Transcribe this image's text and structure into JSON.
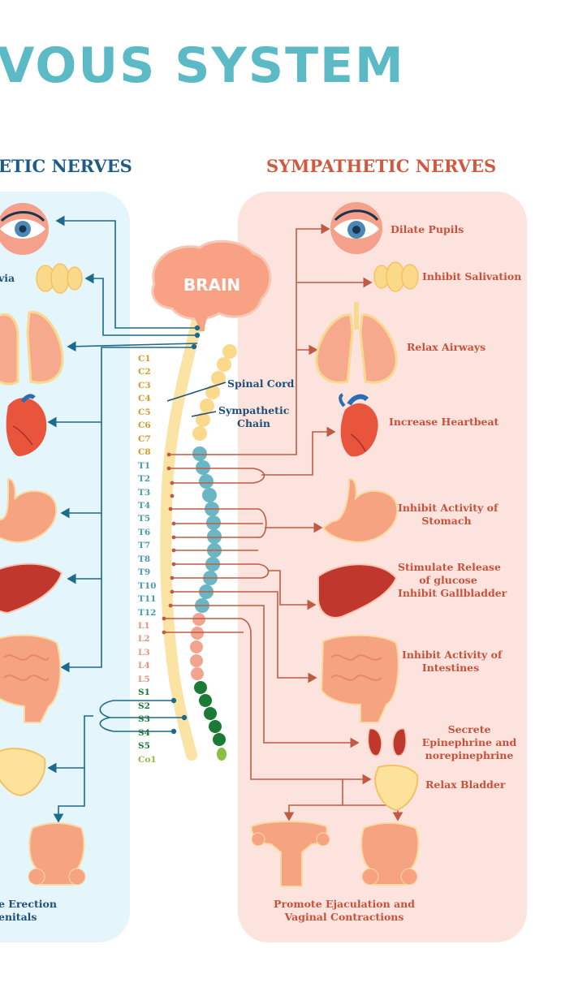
{
  "title": "VOUS SYSTEM",
  "colors": {
    "title": "#5bbac6",
    "para_header": "#1e5c88",
    "symp_header": "#cf5a3f",
    "para_panel": "#e4f5fc",
    "symp_panel": "#fde3de",
    "para_line": "#1c6a8c",
    "symp_line": "#c05a45",
    "label_blue": "#1d4f78",
    "label_red": "#c9513a"
  },
  "parasympathetic": {
    "header": "ETIC NERVES",
    "partial_label_top": "via",
    "partial_label_bottom": [
      "e Erection",
      "enitals"
    ]
  },
  "sympathetic": {
    "header": "SYMPATHETIC NERVES",
    "effects": [
      {
        "organ": "eye-icon",
        "label": "Dilate Pupils"
      },
      {
        "organ": "salivary-gland-icon",
        "label": "Inhibit Salivation"
      },
      {
        "organ": "lungs-icon",
        "label": "Relax Airways"
      },
      {
        "organ": "heart-icon",
        "label": "Increase Heartbeat"
      },
      {
        "organ": "stomach-icon",
        "label": "Inhibit Activity of Stomach"
      },
      {
        "organ": "liver-icon",
        "label": "Stimulate Release of glucose Inhibit Gallbladder"
      },
      {
        "organ": "intestines-icon",
        "label": "Inhibit Activity of Intestines"
      },
      {
        "organ": "kidneys-icon",
        "label": "Secrete Epinephrine and norepinephrine"
      },
      {
        "organ": "bladder-icon",
        "label": "Relax Bladder"
      },
      {
        "organ": "reproductive-organs-icon",
        "label": "Promote Ejaculation and Vaginal Contractions"
      }
    ],
    "label_lines": {
      "dilate": "Dilate Pupils",
      "saliva": "Inhibit Salivation",
      "airways": "Relax Airways",
      "heart": "Increase Heartbeat",
      "stomach_1": "Inhibit Activity of",
      "stomach_2": "Stomach",
      "liver_1": "Stimulate Release",
      "liver_2": "of glucose",
      "liver_3": "Inhibit Gallbladder",
      "intest_1": "Inhibit Activity of",
      "intest_2": "Intestines",
      "kidney_1": "Secrete",
      "kidney_2": "Epinephrine and",
      "kidney_3": "norepinephrine",
      "bladder": "Relax Bladder",
      "repro_1": "Promote Ejaculation and",
      "repro_2": "Vaginal Contractions"
    }
  },
  "center": {
    "brain": "BRAIN",
    "spinal_cord": "Spinal Cord",
    "sympathetic_chain_1": "Sympathetic",
    "sympathetic_chain_2": "Chain"
  },
  "segments": [
    {
      "label": "C1",
      "group": "cervical"
    },
    {
      "label": "C2",
      "group": "cervical"
    },
    {
      "label": "C3",
      "group": "cervical"
    },
    {
      "label": "C4",
      "group": "cervical"
    },
    {
      "label": "C5",
      "group": "cervical"
    },
    {
      "label": "C6",
      "group": "cervical"
    },
    {
      "label": "C7",
      "group": "cervical"
    },
    {
      "label": "C8",
      "group": "cervical"
    },
    {
      "label": "T1",
      "group": "thoracic"
    },
    {
      "label": "T2",
      "group": "thoracic"
    },
    {
      "label": "T3",
      "group": "thoracic"
    },
    {
      "label": "T4",
      "group": "thoracic"
    },
    {
      "label": "T5",
      "group": "thoracic"
    },
    {
      "label": "T6",
      "group": "thoracic"
    },
    {
      "label": "T7",
      "group": "thoracic"
    },
    {
      "label": "T8",
      "group": "thoracic"
    },
    {
      "label": "T9",
      "group": "thoracic"
    },
    {
      "label": "T10",
      "group": "thoracic"
    },
    {
      "label": "T11",
      "group": "thoracic"
    },
    {
      "label": "T12",
      "group": "thoracic"
    },
    {
      "label": "L1",
      "group": "lumbar"
    },
    {
      "label": "L2",
      "group": "lumbar"
    },
    {
      "label": "L3",
      "group": "lumbar"
    },
    {
      "label": "L4",
      "group": "lumbar"
    },
    {
      "label": "L5",
      "group": "lumbar"
    },
    {
      "label": "S1",
      "group": "sacral"
    },
    {
      "label": "S2",
      "group": "sacral"
    },
    {
      "label": "S3",
      "group": "sacral"
    },
    {
      "label": "S4",
      "group": "sacral"
    },
    {
      "label": "S5",
      "group": "sacral"
    },
    {
      "label": "Co1",
      "group": "coccygeal"
    }
  ],
  "segment_colors": {
    "cervical": "#d79a2a",
    "thoracic": "#4a9bb0",
    "lumbar": "#e8957e",
    "sacral": "#1b7a33",
    "coccygeal": "#8bbf3f"
  }
}
